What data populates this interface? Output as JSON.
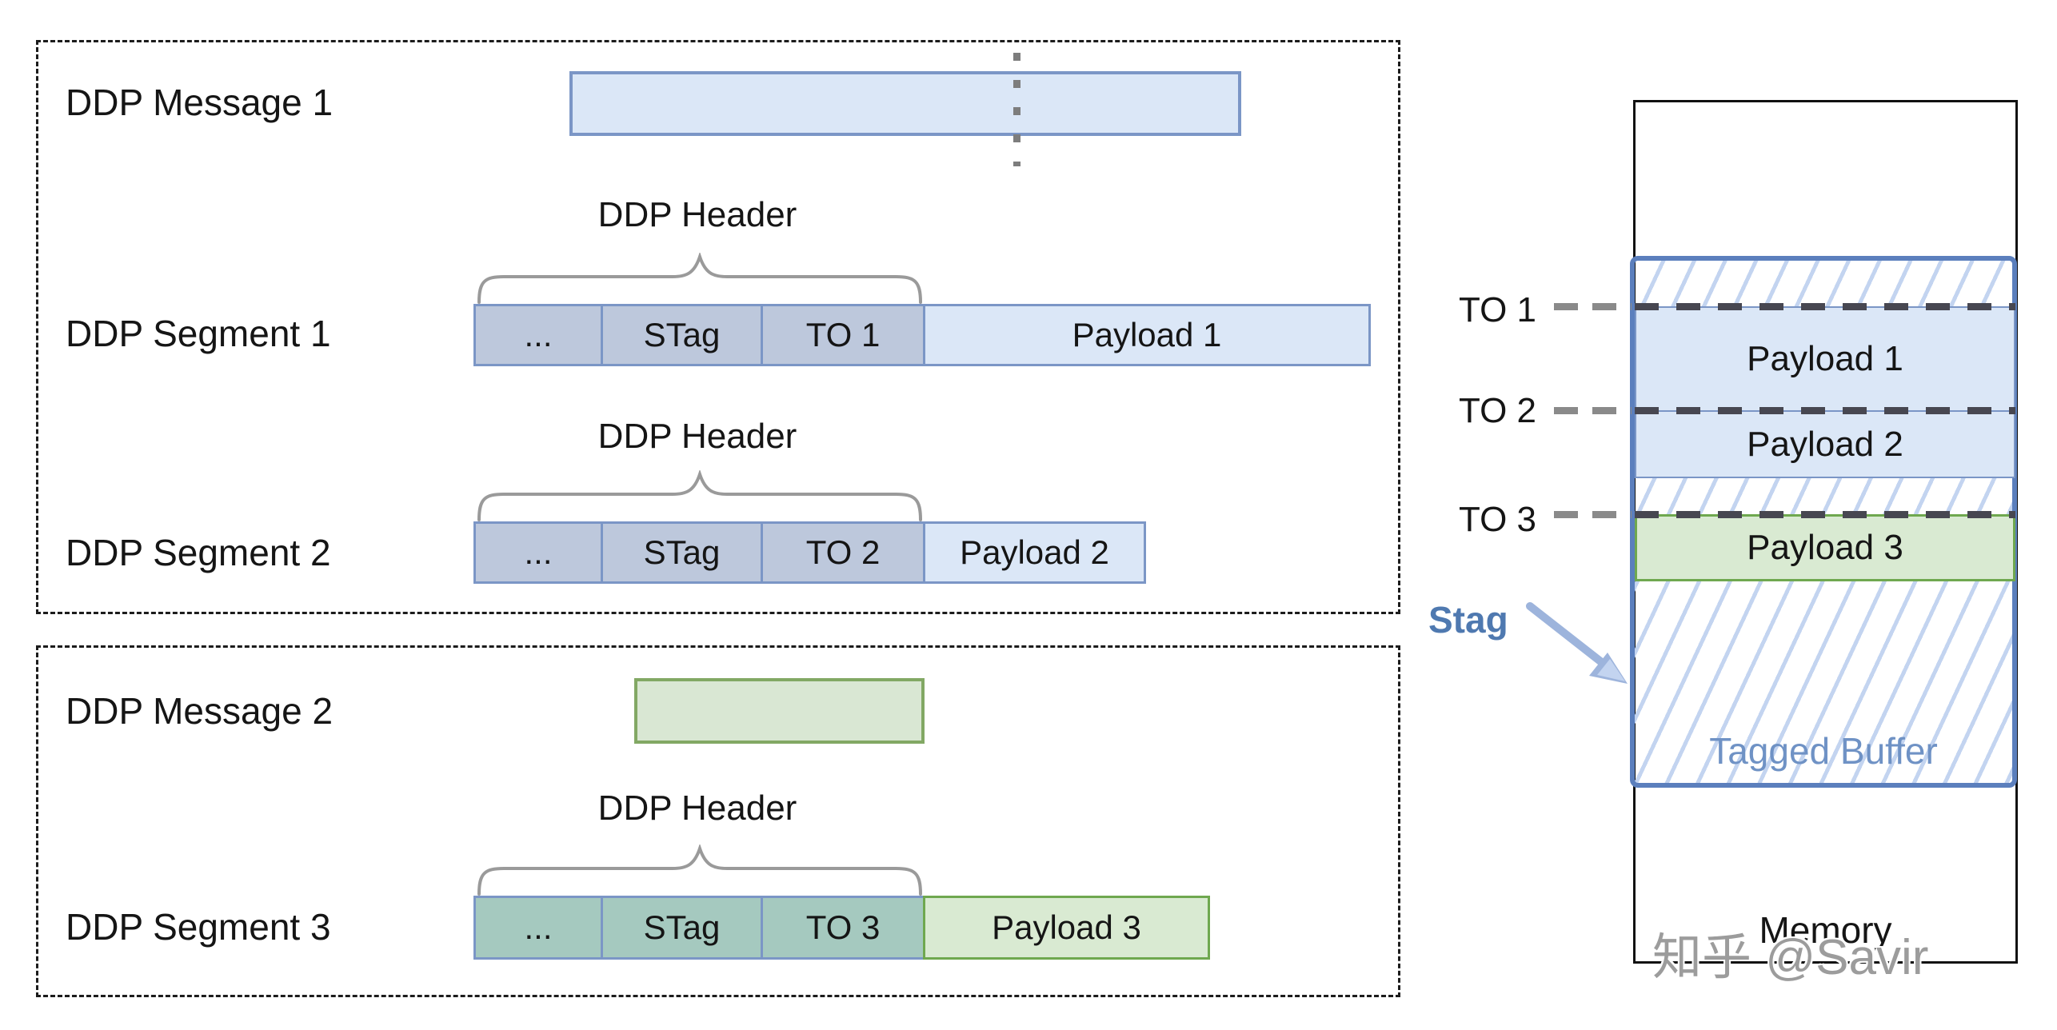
{
  "left": {
    "message1_label": "DDP Message 1",
    "message2_label": "DDP Message 2",
    "segments": [
      {
        "label": "DDP Segment 1",
        "header_label": "DDP Header",
        "cells": [
          "...",
          "STag",
          "TO 1"
        ],
        "payload": "Payload 1"
      },
      {
        "label": "DDP Segment 2",
        "header_label": "DDP Header",
        "cells": [
          "...",
          "STag",
          "TO 2"
        ],
        "payload": "Payload 2"
      },
      {
        "label": "DDP Segment 3",
        "header_label": "DDP Header",
        "cells": [
          "...",
          "STag",
          "TO 3"
        ],
        "payload": "Payload 3"
      }
    ]
  },
  "right": {
    "to_markers": [
      "TO 1",
      "TO 2",
      "TO 3"
    ],
    "payloads": [
      "Payload 1",
      "Payload 2",
      "Payload 3"
    ],
    "stag_label": "Stag",
    "tagged_buffer_label": "Tagged Buffer",
    "memory_label": "Memory"
  },
  "watermark": "知乎 @Savir",
  "colors": {
    "payload_blue_fill": "#dbe7f7",
    "header_blue_fill": "#bdc8dc",
    "header_teal_fill": "#a5c9bf",
    "payload_green_fill": "#d9ead2",
    "blue_border": "#7b96c6",
    "green_border": "#6fa84f",
    "buffer_border": "#5b7fbd",
    "stag_text": "#4f79b0",
    "tagged_buffer_text": "#6f92c5",
    "hatch_line": "#c3d4f0"
  }
}
